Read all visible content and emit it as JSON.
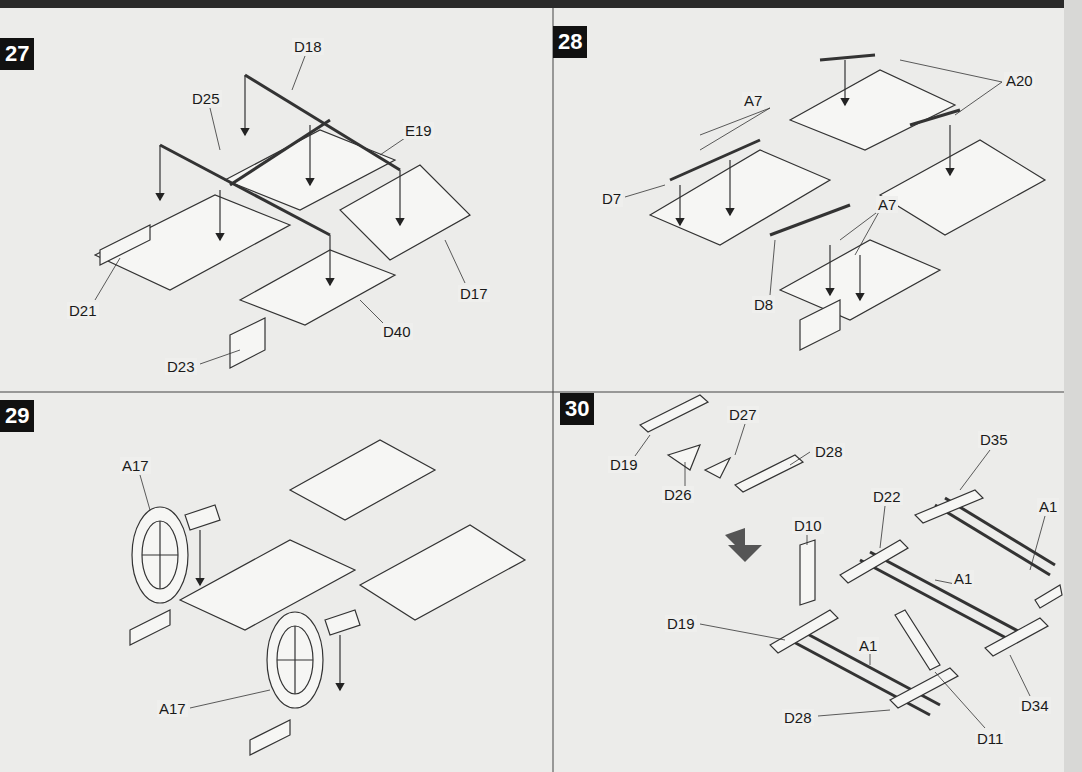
{
  "diagram": {
    "nodes": [
      {
        "text": [
          "27"
        ]
      },
      {
        "text": [
          "28"
        ]
      },
      {
        "text": [
          "29"
        ]
      },
      {
        "text": [
          "30"
        ]
      }
    ],
    "labels": [
      "D18",
      "D25",
      "E19",
      "D21",
      "D17",
      "D40",
      "D23",
      "A7",
      "A20",
      "D7",
      "A7",
      "D8",
      "A17",
      "A17",
      "D27",
      "D19",
      "D28",
      "D26",
      "D35",
      "D22",
      "A1",
      "D10",
      "A1",
      "D19",
      "A1",
      "D34",
      "D28",
      "D11"
    ]
  }
}
